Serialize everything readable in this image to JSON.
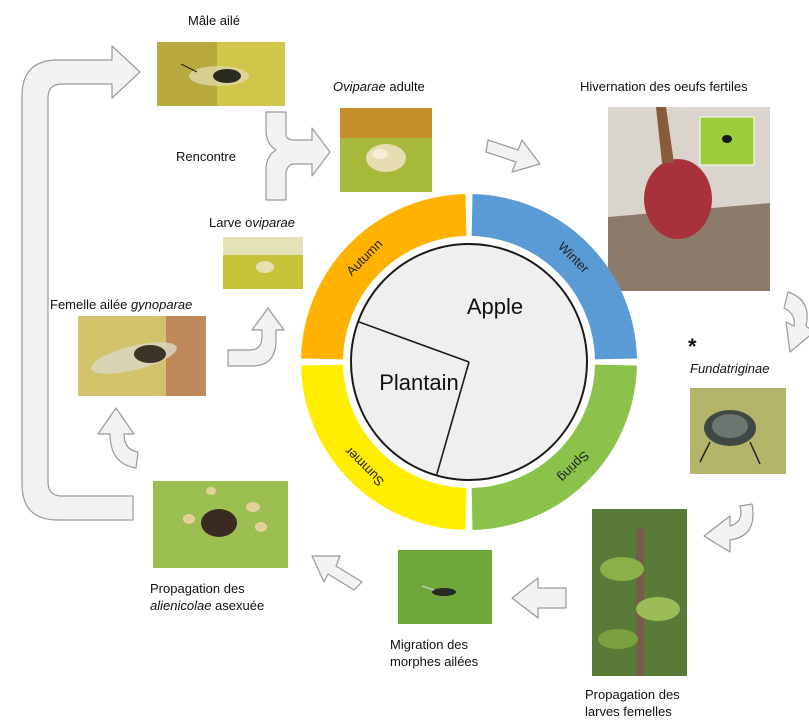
{
  "wheel": {
    "hosts": {
      "apple": "Apple",
      "plantain": "Plantain"
    },
    "seasons": [
      {
        "key": "winter",
        "label": "Winter",
        "color": "#5b9bd5"
      },
      {
        "key": "spring",
        "label": "Spring",
        "color": "#8bc34a"
      },
      {
        "key": "summer",
        "label": "Summer",
        "color": "#ffee00"
      },
      {
        "key": "autumn",
        "label": "Autumn",
        "color": "#ffb300"
      }
    ]
  },
  "stages": {
    "male": {
      "label": "Mâle ailé"
    },
    "oviparae_adult": {
      "label_italic": "Oviparae",
      "label_rest": " adulte"
    },
    "meeting": {
      "label": "Rencontre"
    },
    "overwinter": {
      "label": "Hivernation des oeufs fertiles"
    },
    "oviparae_larva": {
      "label_plain": "Larve o",
      "label_italic": "viparae"
    },
    "gynoparae": {
      "label_plain": "Femelle ailée ",
      "label_italic": "gynoparae"
    },
    "fundatrix": {
      "asterisk": "*",
      "label_italic": "Fundatriginae"
    },
    "alienicolae": {
      "line1": "Propagation des",
      "line2_italic": "alienicolae",
      "line2_rest": " asexuée"
    },
    "migration": {
      "line1": "Migration des",
      "line2": "morphes ailées"
    },
    "female_larvae": {
      "line1": "Propagation des",
      "line2": "larves femelles"
    }
  }
}
